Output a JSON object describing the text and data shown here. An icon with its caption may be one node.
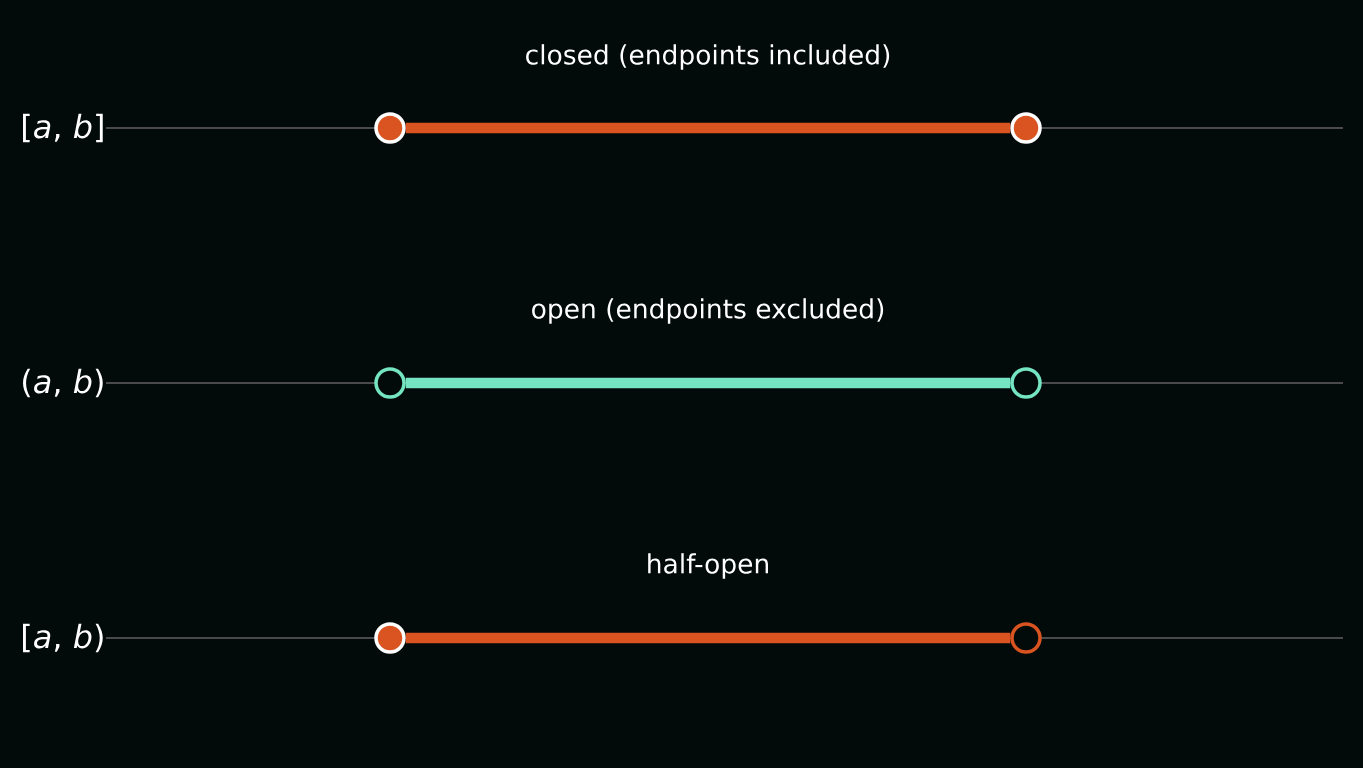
{
  "diagram": {
    "nodes": [
      {
        "text": [],
        "shape": "dot"
      },
      {
        "text": [],
        "shape": "dot"
      },
      {
        "text": [],
        "shape": "circle"
      },
      {
        "text": [],
        "shape": "circle"
      },
      {
        "text": [],
        "shape": "dot"
      },
      {
        "text": [],
        "shape": "circle"
      }
    ],
    "edges": [
      {
        "from": 0,
        "to": 1,
        "arrow": "none"
      },
      {
        "from": 2,
        "to": 3,
        "arrow": "none",
        "color": "#74e4c1"
      },
      {
        "from": 4,
        "to": 5,
        "arrow": "none"
      }
    ],
    "labels": [
      "closed (endpoints included)",
      "[*a*, *b*]",
      "open (endpoints excluded)",
      "(*a*, *b*)",
      "half-open",
      "[*a*, *b*)"
    ]
  }
}
